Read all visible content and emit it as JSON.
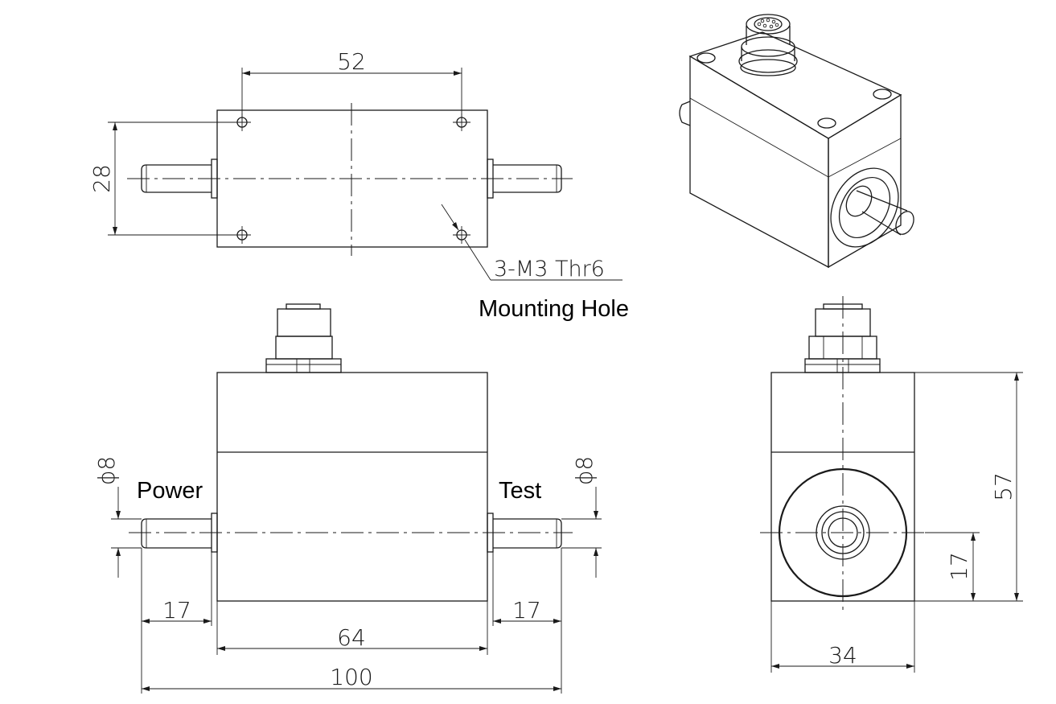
{
  "dimensions": {
    "top_hole_spacing": "52",
    "top_width": "28",
    "shaft_dia_left": "ϕ8",
    "shaft_dia_right": "ϕ8",
    "shaft_len_left": "17",
    "body_length": "64",
    "shaft_len_right": "17",
    "overall_length": "100",
    "end_width": "34",
    "end_height": "57",
    "shaft_center_height": "17"
  },
  "notes": {
    "hole_spec": "3-M3 Thr6",
    "mounting_hole": "Mounting Hole"
  },
  "labels": {
    "power": "Power",
    "test": "Test"
  },
  "colors": {
    "line": "#1a1a1a",
    "background": "#ffffff"
  }
}
